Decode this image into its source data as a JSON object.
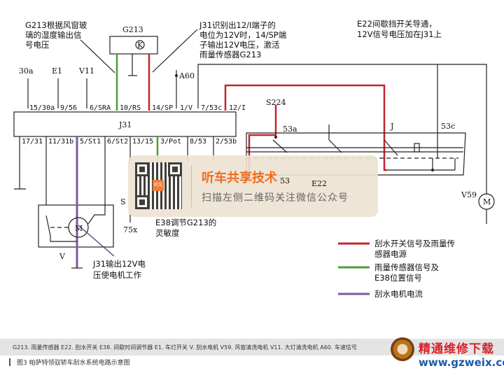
{
  "annotations": {
    "g213_note": [
      "G213根据风窗玻",
      "璃的湿度输出信",
      "号电压"
    ],
    "j31_note": [
      "J31识别出12/I端子的",
      "电位为12V时，14/SP端",
      "子输出12V电压，激活",
      "雨量传感器G213"
    ],
    "e22_note": [
      "E22间歇挡开关导通，",
      "12V信号电压加在J31上"
    ],
    "e38_note": [
      "E38调节G213的",
      "灵敏度"
    ],
    "motor_note": [
      "J31输出12V电",
      "压使电机工作"
    ]
  },
  "components": {
    "g213": "G213",
    "g213_symbol": "K",
    "j31": "J31",
    "e22": "E22",
    "v": "V",
    "v59": "V59",
    "motor_symbol": "M",
    "s224": "S224",
    "s_partial": "S",
    "a60": "A60",
    "x75": "75x",
    "inputs": [
      "30a",
      "E1",
      "V11"
    ]
  },
  "j31_top_pins": [
    "15/30a",
    "9/56",
    "6/SRA",
    "10/RS",
    "14/SP",
    "1/V",
    "7/53c",
    "12/I"
  ],
  "j31_bottom_pins": [
    "17/31",
    "11/31b",
    "5/St1",
    "6/St2",
    "13/15",
    "3/Pot",
    "8/53",
    "2/53b"
  ],
  "e22_pins": [
    "53a",
    "J",
    "53c",
    "53"
  ],
  "legend": [
    {
      "color": "#c0272d",
      "lines": [
        "刮水开关信号及雨量传",
        "感器电源"
      ]
    },
    {
      "color": "#4f9a3a",
      "lines": [
        "雨量传感器信号及",
        "E38位置信号"
      ]
    },
    {
      "color": "#7b5a9b",
      "lines": [
        "刮水电机电流"
      ]
    }
  ],
  "watermark": {
    "title": "听车共享技术",
    "subtitle": "扫描左侧二维码关注微信公众号",
    "qr_logo": "听车"
  },
  "caption": {
    "abbreviations": "G213. 雨量传感器    E22. 刮水开关    E38. 间歇时间调节器    E1. 车灯开关    V. 刮水电机    V59. 风窗清洗电机    V11. 大灯清洗电机    A60. 车速信号",
    "figure": "图3   帕萨特领驭轿车刮水系统电路示意图"
  },
  "site_logo": {
    "name": "精通维修下载",
    "url": "www.gzweix.com"
  }
}
